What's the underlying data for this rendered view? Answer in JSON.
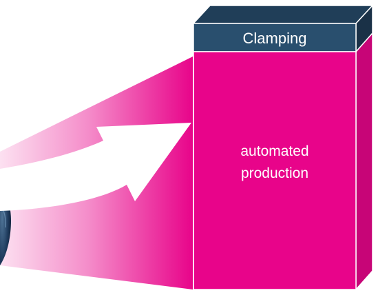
{
  "box": {
    "header_label": "Clamping",
    "body_line1": "automated",
    "body_line2": "production"
  },
  "colors": {
    "magenta": "#E8048A",
    "magenta_dark": "#C70577",
    "header_navy": "#294F6E",
    "header_top": "#203E58",
    "header_side": "#1A3147",
    "outline": "#ffffff",
    "dark_object": "#1E3A5C"
  },
  "icons": {
    "arrow": "curved-arrow-icon",
    "object": "dark-object-fragment"
  }
}
